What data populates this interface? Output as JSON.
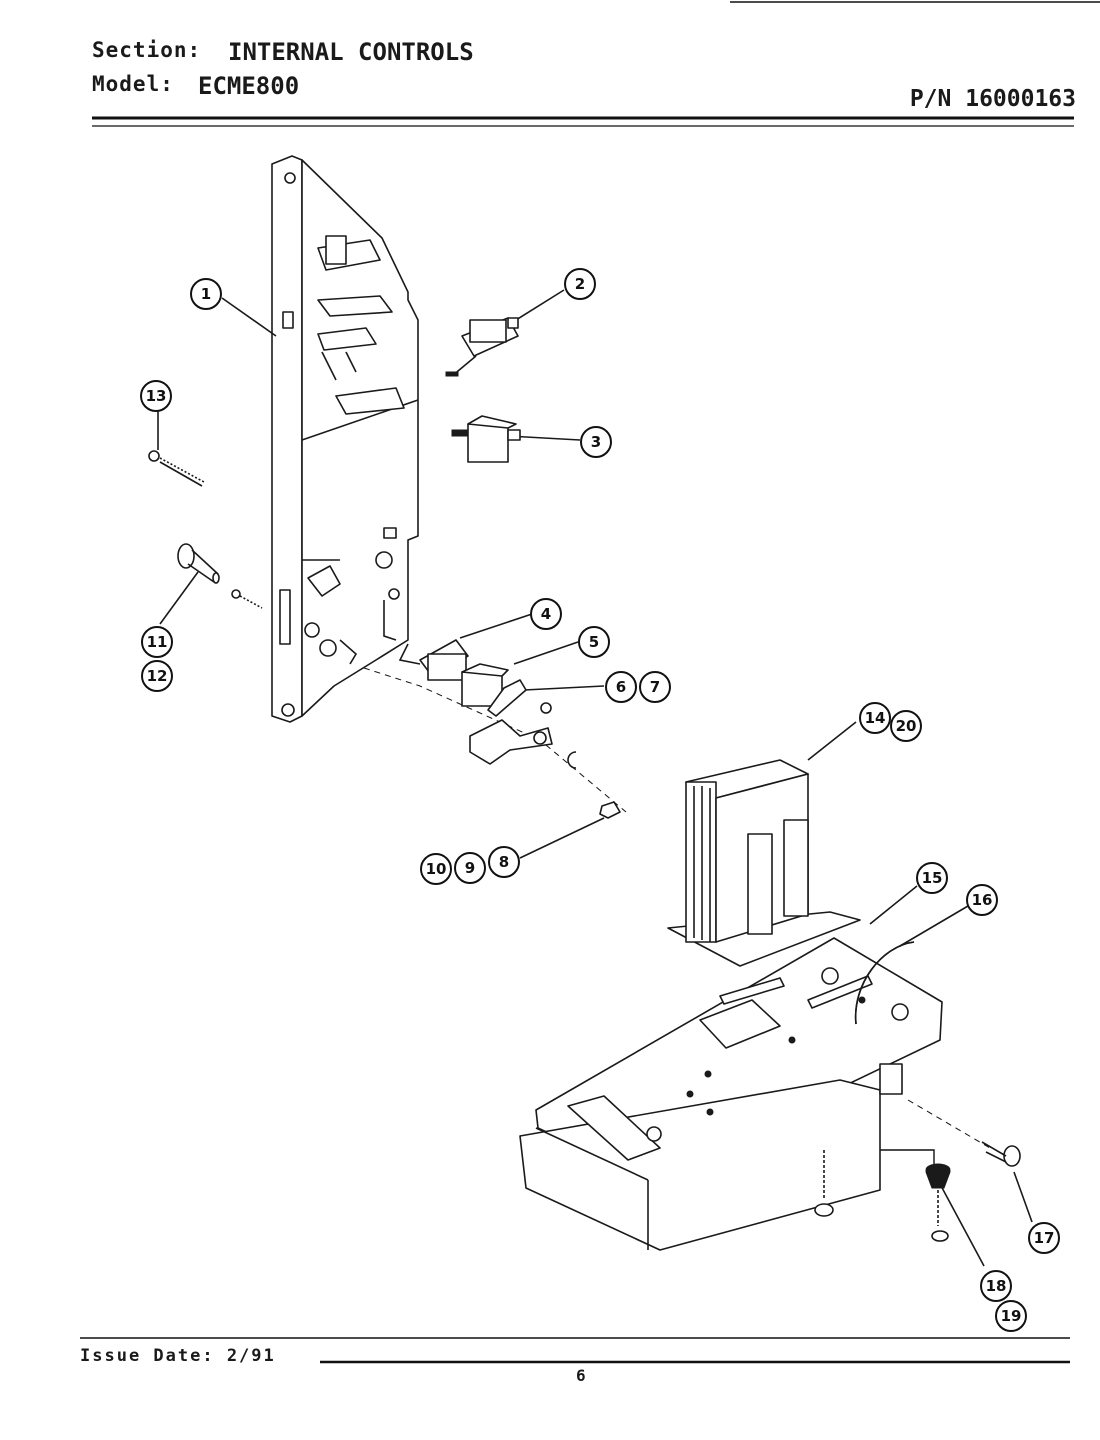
{
  "header": {
    "section_label": "Section:",
    "section_value": "INTERNAL CONTROLS",
    "model_label": "Model:",
    "model_value": "ECME800",
    "part_number": "P/N 16000163"
  },
  "footer": {
    "issue_date": "Issue Date: 2/91",
    "page_number": "6"
  },
  "callouts": {
    "c1": "1",
    "c2": "2",
    "c3": "3",
    "c4": "4",
    "c5": "5",
    "c6": "6",
    "c7": "7",
    "c8": "8",
    "c9": "9",
    "c10": "10",
    "c11": "11",
    "c12": "12",
    "c13": "13",
    "c14": "14",
    "c15": "15",
    "c16": "16",
    "c17": "17",
    "c18": "18",
    "c19": "19",
    "c20": "20"
  }
}
